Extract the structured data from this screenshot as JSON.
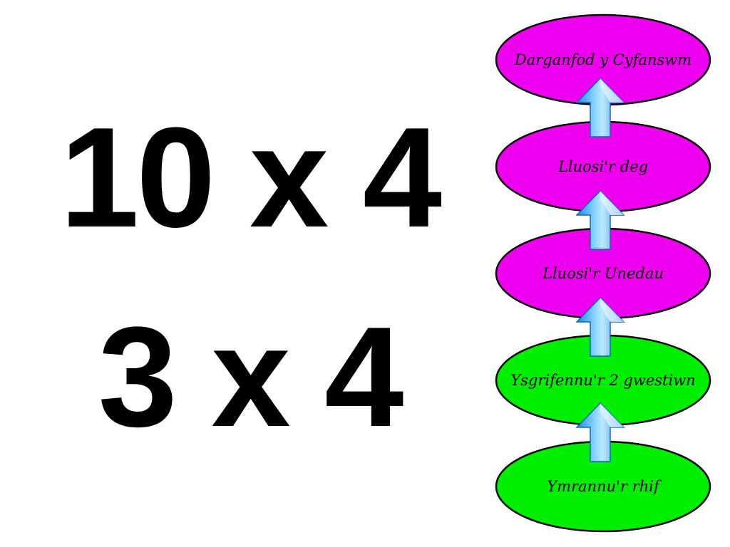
{
  "expressions": [
    "10 x 4",
    "3 x 4"
  ],
  "flow": {
    "direction": "bottom-to-top",
    "colors": {
      "pink": "#ee00ee",
      "green": "#00ee00",
      "outline": "#000000",
      "arrow_light": "#9fdcff",
      "arrow_dark": "#1f86d9"
    },
    "steps": [
      {
        "label": "Darganfod y Cyfanswm",
        "color": "pink"
      },
      {
        "label": "Lluosi'r deg",
        "color": "pink"
      },
      {
        "label": "Lluosi'r Unedau",
        "color": "pink"
      },
      {
        "label": "Ysgrifennu'r 2 gwestiwn",
        "color": "green"
      },
      {
        "label": "Ymrannu'r rhif",
        "color": "green"
      }
    ],
    "arrow_icon": "up-arrow-icon"
  }
}
